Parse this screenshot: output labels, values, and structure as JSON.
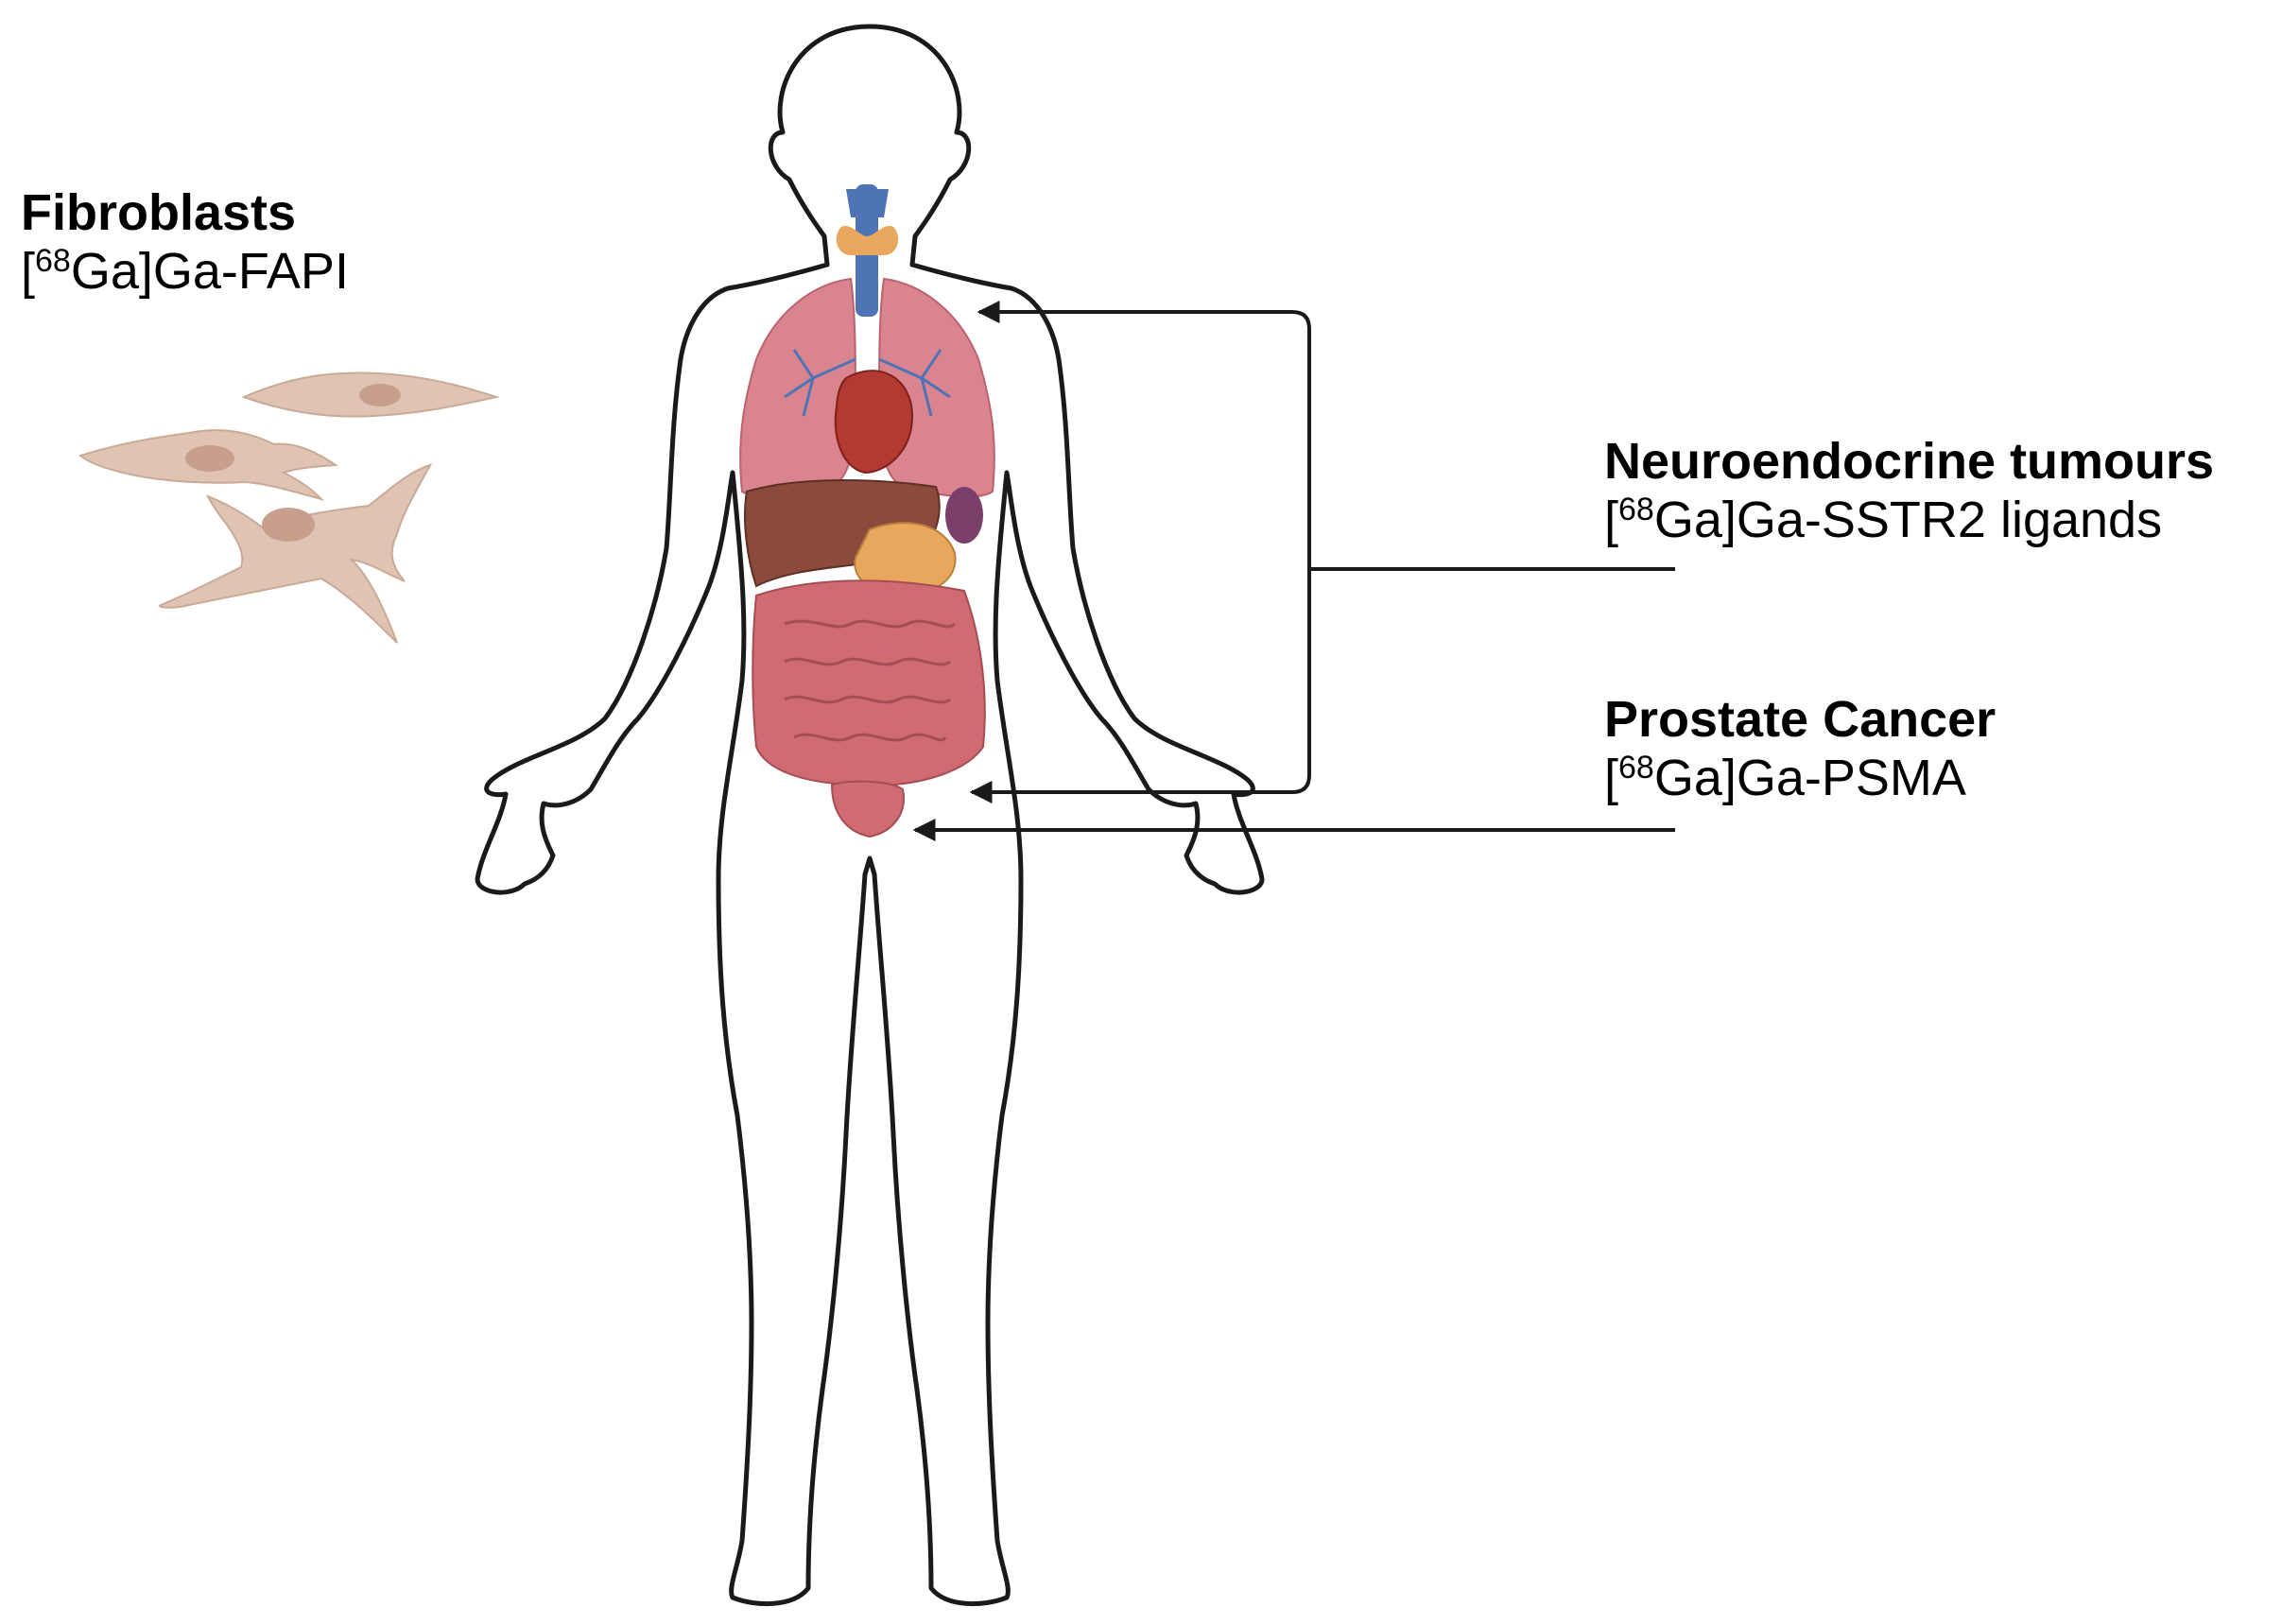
{
  "fibroblasts": {
    "title": "Fibroblasts",
    "open_bracket": "[",
    "isotope_mass": "68",
    "tracer_rest": "Ga]Ga-FAPI"
  },
  "neuroendocrine": {
    "title": "Neuroendocrine tumours",
    "open_bracket": "[",
    "isotope_mass": "68",
    "tracer_rest": "Ga]Ga-SSTR2 ligands"
  },
  "prostate": {
    "title": "Prostate Cancer",
    "open_bracket": "[",
    "isotope_mass": "68",
    "tracer_rest": "Ga]Ga-PSMA"
  },
  "colors": {
    "outline": "#1a1a1a",
    "fibroblast": "#dfc4b3",
    "fibroblast_nucleus": "#c79f8c",
    "lung": "#d9848f",
    "liver": "#8b4a3c",
    "intestine": "#cf6b71",
    "trachea": "#4f74b5",
    "thyroid": "#e8a75c"
  }
}
